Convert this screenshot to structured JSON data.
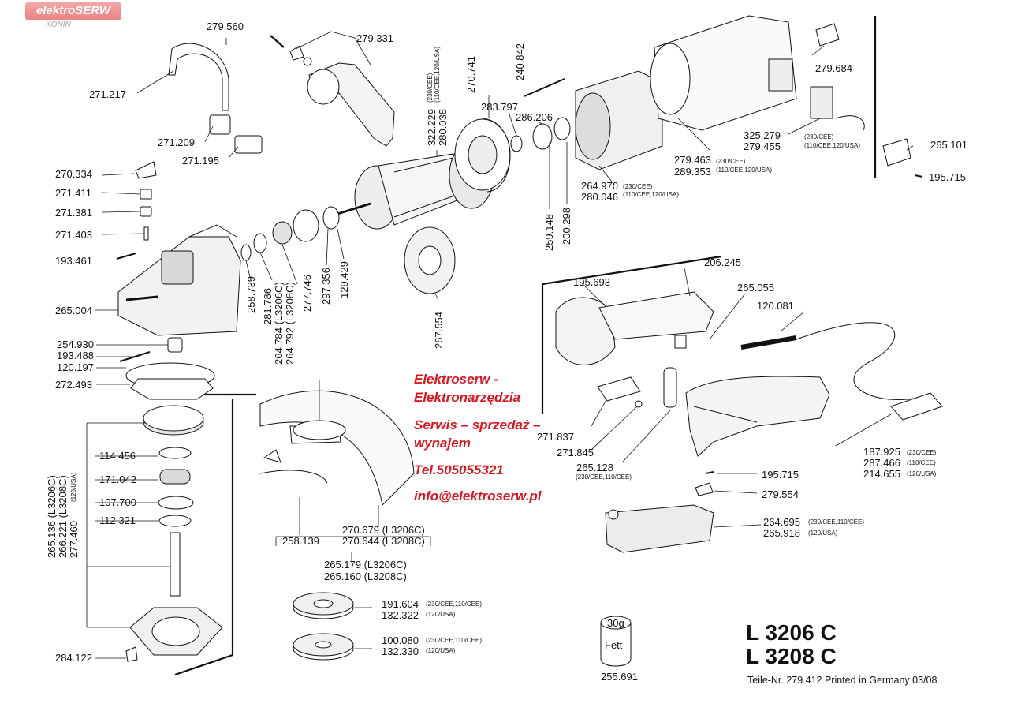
{
  "watermark": {
    "brand": "elektroSERW",
    "city": "KONIN"
  },
  "ad": {
    "line1": "Elektroserw  -",
    "line2": "Elektronarzędzia",
    "line3": "Serwis – sprzedaż –",
    "line4": "wynajem",
    "phone": "Tel.505055321",
    "email": "info@elektroserw.pl",
    "color": "#e0141e"
  },
  "model": {
    "line1": "L 3206 C",
    "line2": "L 3208 C"
  },
  "footer": "Teile-Nr. 279.412 Printed in Germany 03/08",
  "grease": {
    "top": "30g",
    "label": "Fett",
    "part": "255.691"
  },
  "parts": {
    "p279560": "279.560",
    "p271217": "271.217",
    "p271209": "271.209",
    "p271195": "271.195",
    "p270334": "270.334",
    "p271411": "271.411",
    "p271381": "271.381",
    "p271403": "271.403",
    "p193461": "193.461",
    "p265004": "265.004",
    "p254930": "254.930",
    "p193488": "193.488",
    "p120197": "120.197",
    "p272493": "272.493",
    "p114456": "114.456",
    "p171042": "171.042",
    "p107700": "107.700",
    "p112321": "112.321",
    "p284122": "284.122",
    "p279331": "279.331",
    "p322229": "322.229",
    "p280038": "280.038",
    "p322229_note1": "(230/CEE)",
    "p322229_note2": "(110/CEE,120/USA)",
    "p270741": "270.741",
    "p240842": "240.842",
    "p283797": "283.797",
    "p286206": "286.206",
    "p279684": "279.684",
    "p325279": "325.279",
    "p279455": "279.455",
    "p325279_note1": "(230/CEE)",
    "p325279_note2": "(110/CEE,120/USA)",
    "p279463": "279.463",
    "p289353": "289.353",
    "p279463_note1": "(230/CEE)",
    "p279463_note2": "(110/CEE,120/USA)",
    "p265101": "265.101",
    "p195715a": "195.715",
    "p264970": "264.970",
    "p280046": "280.046",
    "p264970_note1": "(230/CEE)",
    "p264970_note2": "(110/CEE,120/USA)",
    "p259148": "259.148",
    "p200298": "200.298",
    "p258739": "258.739",
    "p281786": "281.786",
    "p264784": "264.784  (L3206C)",
    "p264792": "264.792  (L3208C)",
    "p277746": "277.746",
    "p297356": "297.356",
    "p129429": "129.429",
    "p267554": "267.554",
    "p206245": "206.245",
    "p195693": "195.693",
    "p265055": "265.055",
    "p120081": "120.081",
    "p271837": "271.837",
    "p271845": "271.845",
    "p265128": "265.128",
    "p265128_note": "(230/CEE,110/CEE)",
    "p187925": "187.925",
    "p287466": "287.466",
    "p214655": "214.655",
    "p187925_note": "(230/CEE)",
    "p287466_note": "(110/CEE)",
    "p214655_note": "(120/USA)",
    "p195715b": "195.715",
    "p279554": "279.554",
    "p264695": "264.695",
    "p265918": "265.918",
    "p264695_note": "(230/CEE,110/CEE)",
    "p265918_note": "(120/USA)",
    "p258139": "258.139",
    "p270679": "270.679  (L3206C)",
    "p270644": "270.644  (L3208C)",
    "p265179": "265.179  (L3206C)",
    "p265160": "265.160  (L3208C)",
    "p191604": "191.604",
    "p132322": "132.322",
    "p191604_note": "(230/CEE,110/CEE)",
    "p132322_note": "(120/USA)",
    "p100080": "100.080",
    "p132330": "132.330",
    "p100080_note": "(230/CEE,110/CEE)",
    "p132330_note": "(120/USA)",
    "p265136": "265.136  (L3206C)",
    "p266221": "266.221  (L3208C)",
    "p277460": "277.460",
    "p277460_note": "(120/USA)"
  }
}
